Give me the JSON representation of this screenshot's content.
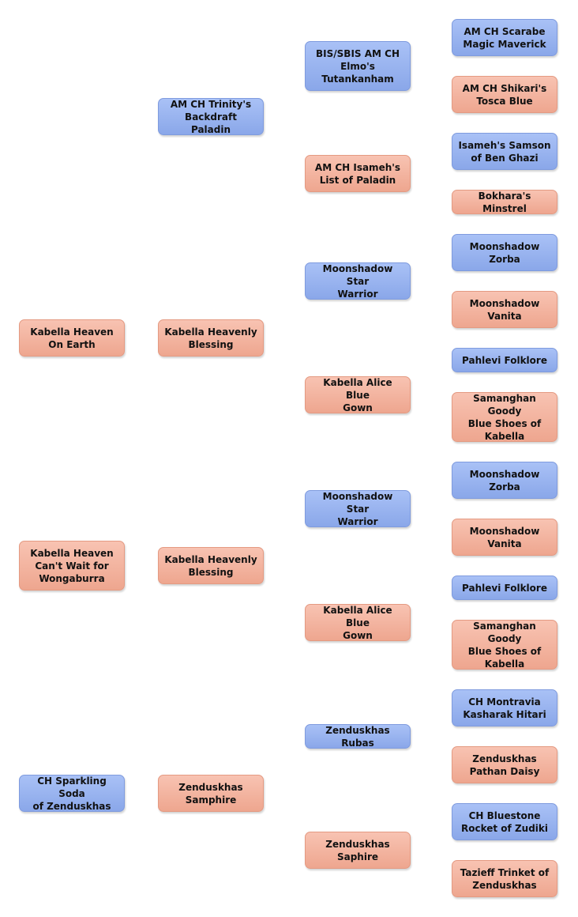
{
  "nodes": [
    {
      "id": "g4-1",
      "label": "AM CH Scarabe\nMagic Maverick",
      "sex": "male"
    },
    {
      "id": "g4-2",
      "label": "AM CH Shikari's\nTosca Blue",
      "sex": "female"
    },
    {
      "id": "g4-3",
      "label": "Isameh's Samson\nof Ben Ghazi",
      "sex": "male"
    },
    {
      "id": "g4-4",
      "label": "Bokhara's Minstrel",
      "sex": "female"
    },
    {
      "id": "g4-5",
      "label": "Moonshadow\nZorba",
      "sex": "male"
    },
    {
      "id": "g4-6",
      "label": "Moonshadow\nVanita",
      "sex": "female"
    },
    {
      "id": "g4-7",
      "label": "Pahlevi Folklore",
      "sex": "male"
    },
    {
      "id": "g4-8",
      "label": "Samanghan Goody\nBlue Shoes of\nKabella",
      "sex": "female"
    },
    {
      "id": "g4-9",
      "label": "Moonshadow\nZorba",
      "sex": "male"
    },
    {
      "id": "g4-10",
      "label": "Moonshadow\nVanita",
      "sex": "female"
    },
    {
      "id": "g4-11",
      "label": "Pahlevi Folklore",
      "sex": "male"
    },
    {
      "id": "g4-12",
      "label": "Samanghan Goody\nBlue Shoes of\nKabella",
      "sex": "female"
    },
    {
      "id": "g4-13",
      "label": "CH Montravia\nKasharak Hitari",
      "sex": "male"
    },
    {
      "id": "g4-14",
      "label": "Zenduskhas\nPathan Daisy",
      "sex": "female"
    },
    {
      "id": "g4-15",
      "label": "CH Bluestone\nRocket of Zudiki",
      "sex": "male"
    },
    {
      "id": "g4-16",
      "label": "Tazieff Trinket of\nZenduskhas",
      "sex": "female"
    },
    {
      "id": "g3-1",
      "label": "BIS/SBIS AM CH\nElmo's\nTutankanham",
      "sex": "male"
    },
    {
      "id": "g3-2",
      "label": "AM CH Isameh's\nList of Paladin",
      "sex": "female"
    },
    {
      "id": "g3-3",
      "label": "Moonshadow Star\nWarrior",
      "sex": "male"
    },
    {
      "id": "g3-4",
      "label": "Kabella Alice Blue\nGown",
      "sex": "female"
    },
    {
      "id": "g3-5",
      "label": "Moonshadow Star\nWarrior",
      "sex": "male"
    },
    {
      "id": "g3-6",
      "label": "Kabella Alice Blue\nGown",
      "sex": "female"
    },
    {
      "id": "g3-7",
      "label": "Zenduskhas Rubas",
      "sex": "male"
    },
    {
      "id": "g3-8",
      "label": "Zenduskhas\nSaphire",
      "sex": "female"
    },
    {
      "id": "g2-1",
      "label": "AM CH Trinity's\nBackdraft Paladin",
      "sex": "male"
    },
    {
      "id": "g2-2",
      "label": "Kabella  Heavenly\nBlessing",
      "sex": "female"
    },
    {
      "id": "g2-3",
      "label": "Kabella  Heavenly\nBlessing",
      "sex": "female"
    },
    {
      "id": "g2-4",
      "label": "Zenduskhas\nSamphire",
      "sex": "female"
    },
    {
      "id": "g1-1",
      "label": "Kabella  Heaven\nOn Earth",
      "sex": "female"
    },
    {
      "id": "g1-2",
      "label": "Kabella  Heaven\nCan't Wait for\nWongaburra",
      "sex": "female"
    },
    {
      "id": "g1-3",
      "label": "CH Sparkling Soda\nof Zenduskhas",
      "sex": "male"
    }
  ]
}
